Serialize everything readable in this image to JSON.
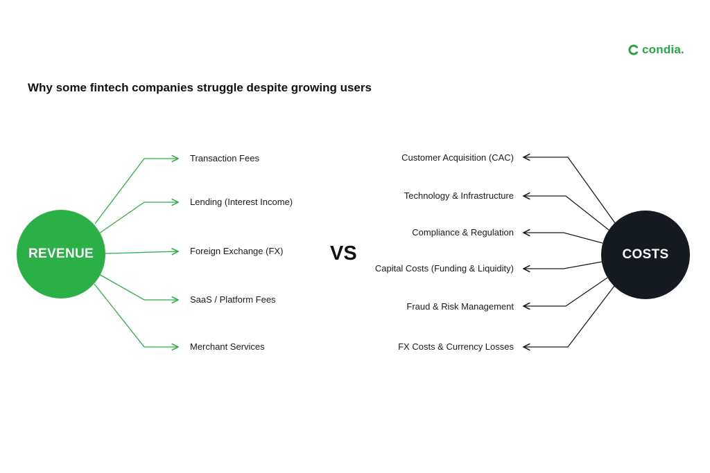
{
  "brand": {
    "name": "condia.",
    "logo_icon": "c-logo-icon",
    "color": "#27a744"
  },
  "title": "Why some fintech companies struggle despite growing users",
  "vs_label": "VS",
  "revenue": {
    "label": "REVENUE",
    "color": "#2bb048",
    "items": [
      "Transaction Fees",
      "Lending (Interest Income)",
      "Foreign Exchange (FX)",
      "SaaS / Platform Fees",
      "Merchant Services"
    ]
  },
  "costs": {
    "label": "COSTS",
    "color": "#141a1f",
    "items": [
      "Customer Acquisition (CAC)",
      "Technology & Infrastructure",
      "Compliance & Regulation",
      "Capital Costs (Funding & Liquidity)",
      "Fraud & Risk Management",
      "FX Costs & Currency Losses"
    ]
  }
}
